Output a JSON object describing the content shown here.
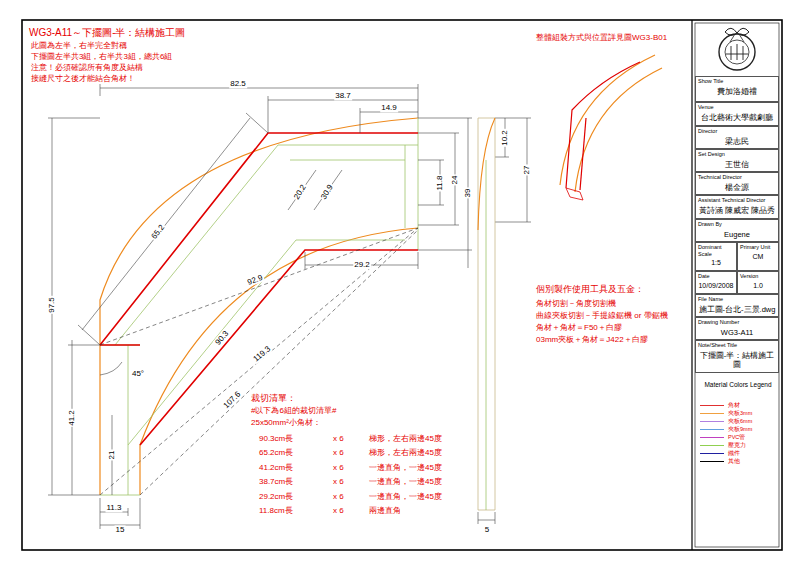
{
  "diagram": {
    "title": "WG3-A11～下擺圖-半：結構施工圖",
    "nodes": [
      {
        "text": [
          "Show Title",
          "費加洛婚禮"
        ]
      },
      {
        "text": [
          "Venue",
          "台北藝術大學戲劇廳"
        ]
      },
      {
        "text": [
          "Director",
          "梁志民"
        ]
      },
      {
        "text": [
          "Set Design",
          "王世信"
        ]
      },
      {
        "text": [
          "Technical Director",
          "楊金源"
        ]
      },
      {
        "text": [
          "Assistant Technical Director",
          "黃詩涵 陳威宏 陳品秀"
        ]
      },
      {
        "text": [
          "Drawn By",
          "Eugene"
        ]
      },
      {
        "text": [
          "Dominant Scale",
          "1:5"
        ]
      },
      {
        "text": [
          "Primary Unit",
          "CM"
        ]
      },
      {
        "text": [
          "Date",
          "10/09/2008"
        ]
      },
      {
        "text": [
          "Version",
          "1.0"
        ]
      },
      {
        "text": [
          "File Name",
          "施工圖-台北-三景.dwg"
        ]
      },
      {
        "text": [
          "Drawing Number",
          "WG3-A11"
        ]
      },
      {
        "text": [
          "Note/Sheet Title",
          "下擺圖-半：結構施工圖"
        ]
      }
    ],
    "labels": [
      "此圖為左半，右半完全對稱",
      "下擺圖左半共3組，右半共3組，總共6組",
      "注意！必須確認所有角度及結構",
      "接縫尺寸之後才能結合角材！",
      "整體組裝方式與位置詳見圖WG3-B01",
      "82.5",
      "38.7",
      "14.9",
      "65.2",
      "20.2",
      "30.9",
      "11.8",
      "24",
      "39",
      "92.9",
      "29.2",
      "90.3",
      "119.3",
      "97.5",
      "45°",
      "41.2",
      "107.6",
      "21",
      "11.3",
      "15",
      "10.2",
      "27",
      "5",
      "裁切清單：",
      "#以下為6組的裁切清單#",
      "25x50mm²小角材：",
      "90.3cm長",
      "x 6",
      "梯形，左右兩邊45度",
      "65.2cm長",
      "x 6",
      "梯形，左右兩邊45度",
      "41.2cm長",
      "x 6",
      "一邊直角，一邊45度",
      "38.7cm長",
      "x 6",
      "一邊直角，一邊45度",
      "29.2cm長",
      "x 6",
      "一邊直角，一邊45度",
      "11.8cm長",
      "x 6",
      "兩邊直角",
      "個別製作使用工具及五金：",
      "角材切割－角度切割機",
      "曲線夾板切割－手提線鋸機 or 帶鋸機",
      "角材＋角材＝F50＋白膠",
      "03mm夾板＋角材＝J422＋白膠",
      "Material Colors Legend"
    ],
    "legend": [
      {
        "text": "角材"
      },
      {
        "text": "夾板3mm"
      },
      {
        "text": "夾板6mm"
      },
      {
        "text": "夾板9mm"
      },
      {
        "text": "PVC管"
      },
      {
        "text": "壓克力"
      },
      {
        "text": "鐵件"
      },
      {
        "text": "其他"
      }
    ]
  }
}
